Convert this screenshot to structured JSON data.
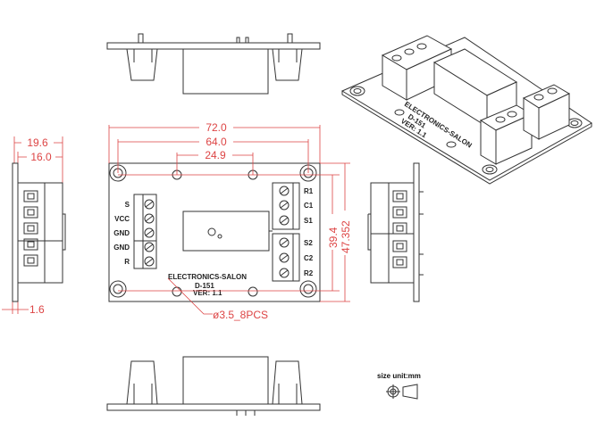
{
  "dimensions": {
    "width_overall": "72.0",
    "hole_spacing_x": "64.0",
    "inner_hole_spacing": "24.9",
    "hole_spacing_y": "39.4",
    "height_overall": "47.352",
    "side_height": "19.6",
    "side_block_height": "16.0",
    "board_thickness": "1.6",
    "hole_note": "ø3.5_8PCS"
  },
  "board": {
    "brand": "ELECTRONICS-SALON",
    "model": "D-151",
    "version": "VER: 1.1",
    "left_terminals": [
      "S",
      "VCC",
      "GND",
      "GND",
      "R"
    ],
    "right_terminals": [
      "R1",
      "C1",
      "S1",
      "S2",
      "C2",
      "R2"
    ]
  },
  "legend": {
    "unit_note": "size unit:mm"
  },
  "colors": {
    "dimension": "#dd4444",
    "outline": "#333333"
  }
}
